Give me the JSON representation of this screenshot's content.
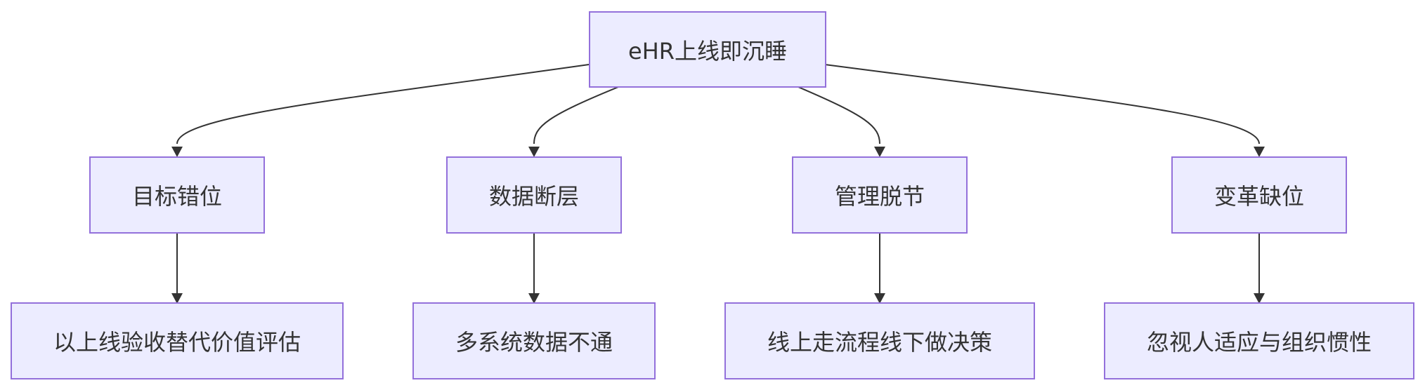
{
  "diagram": {
    "root": {
      "label": "eHR上线即沉睡"
    },
    "branches": [
      {
        "label": "目标错位",
        "detail": "以上线验收替代价值评估"
      },
      {
        "label": "数据断层",
        "detail": "多系统数据不通"
      },
      {
        "label": "管理脱节",
        "detail": "线上走流程线下做决策"
      },
      {
        "label": "变革缺位",
        "detail": "忽视人适应与组织惯性"
      }
    ]
  },
  "colors": {
    "node_fill": "#ECECFF",
    "node_border": "#9370DB",
    "text": "#333333",
    "edge": "#333333"
  }
}
